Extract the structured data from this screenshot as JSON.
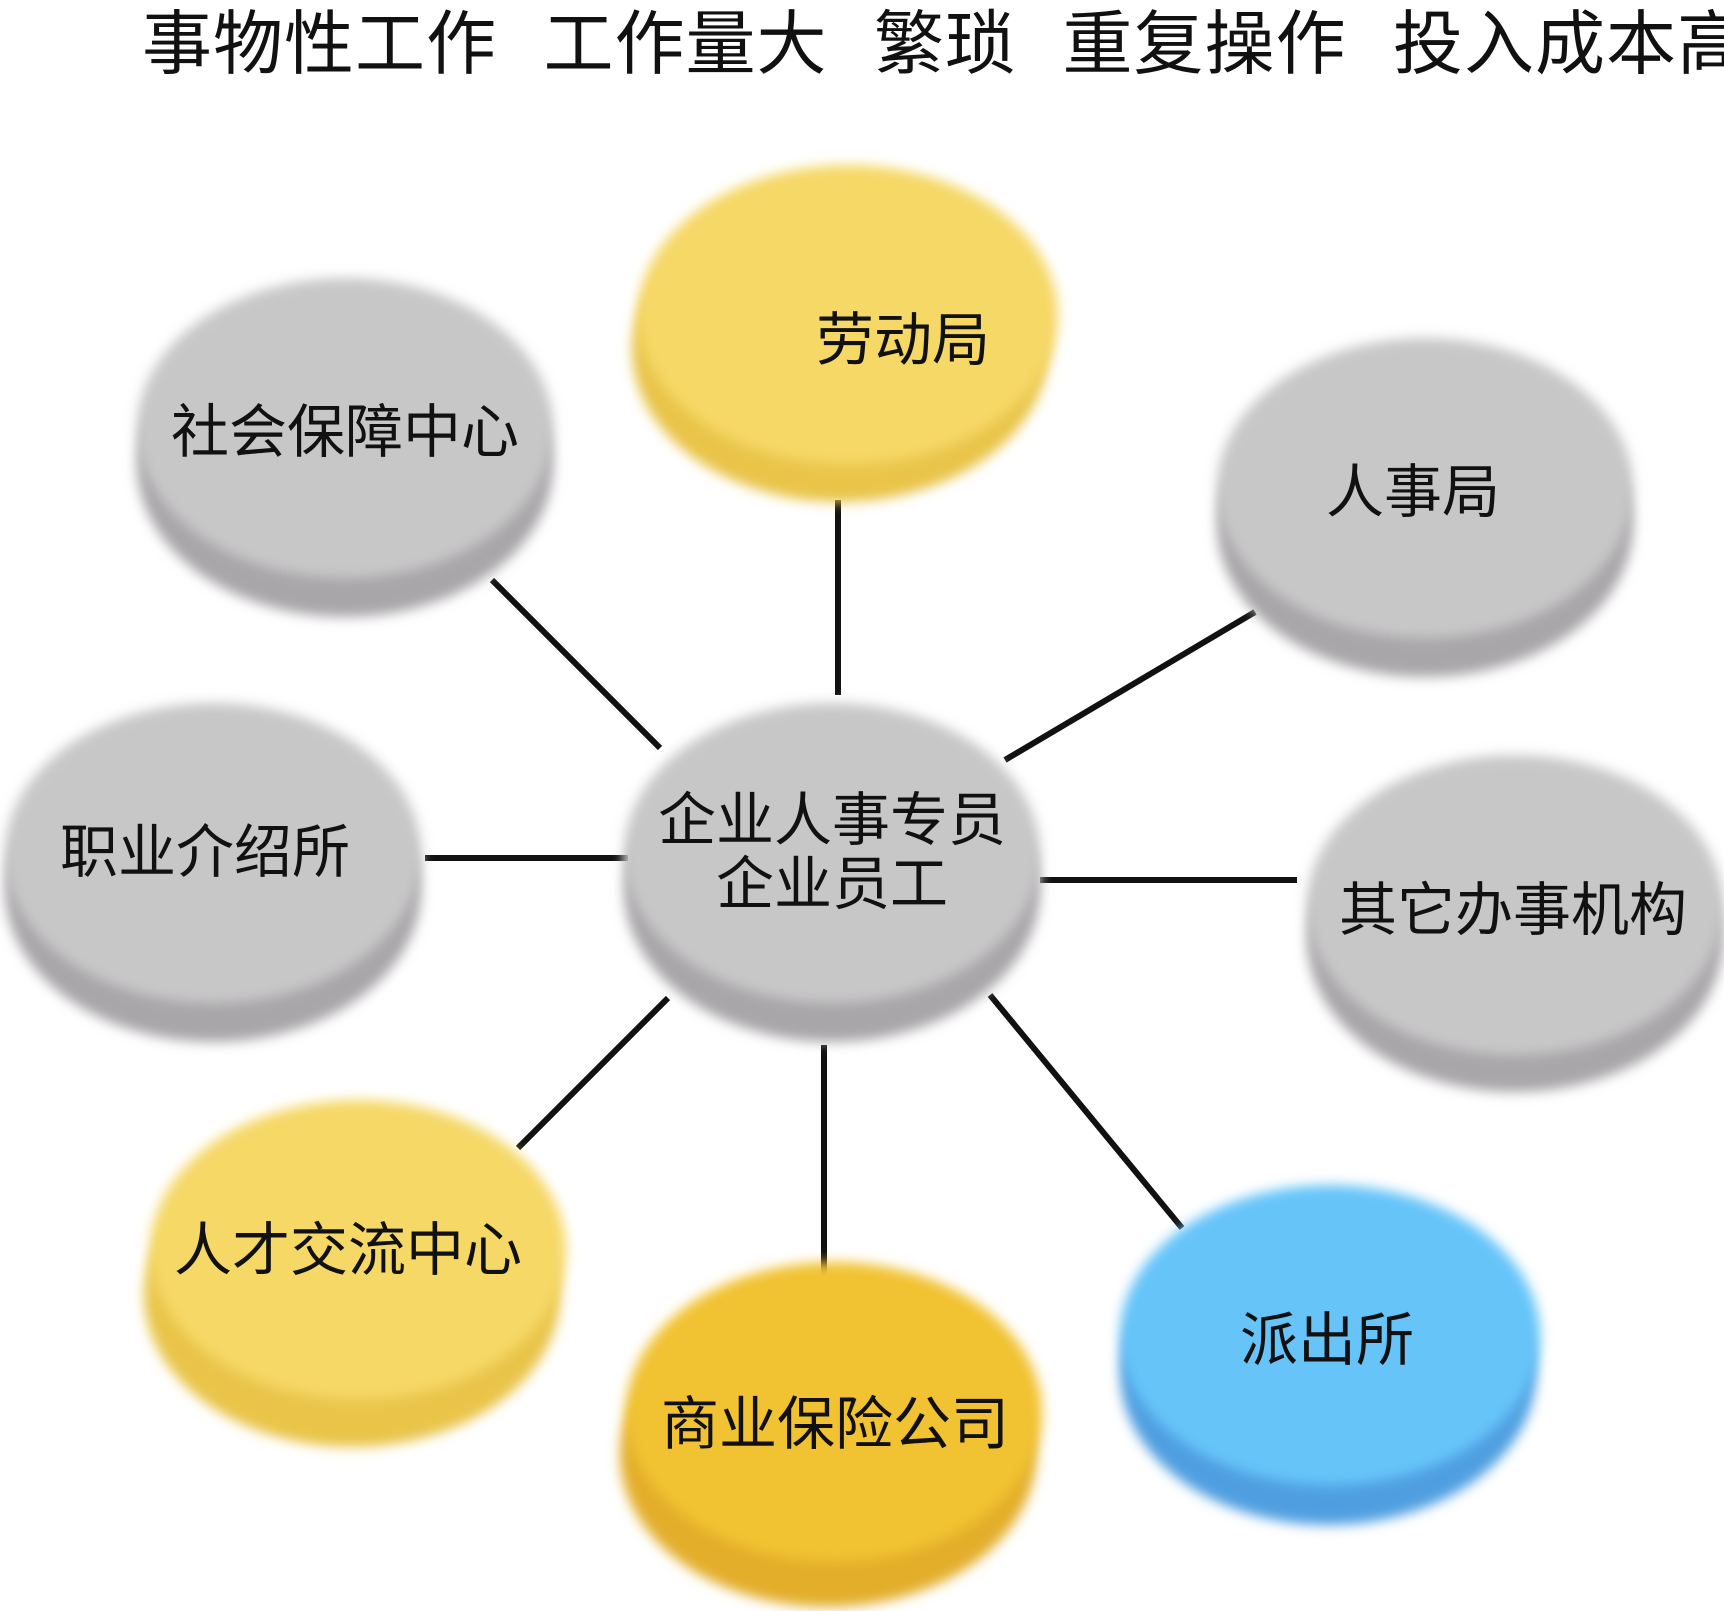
{
  "header": {
    "title": "事物性工作  工作量大  繁琐  重复操作  投入成本高"
  },
  "center": {
    "line1": "企业人事专员",
    "line2": "企业员工"
  },
  "nodes": {
    "labor_bureau": "劳动局",
    "social_security": "社会保障中心",
    "personnel_bureau": "人事局",
    "job_agency": "职业介绍所",
    "other_agencies": "其它办事机构",
    "talent_exchange": "人才交流中心",
    "commercial_insurance": "商业保险公司",
    "police_station": "派出所"
  },
  "colors": {
    "gray_top": "#c8c7c8",
    "gray_side": "#a9a6a9",
    "yellow_top": "#f5d866",
    "yellow_side": "#e9c44a",
    "gold_top": "#f1c232",
    "gold_side": "#e3ae2a",
    "blue_top": "#66c4f9",
    "blue_side": "#4f9fe0",
    "line": "#111111"
  }
}
